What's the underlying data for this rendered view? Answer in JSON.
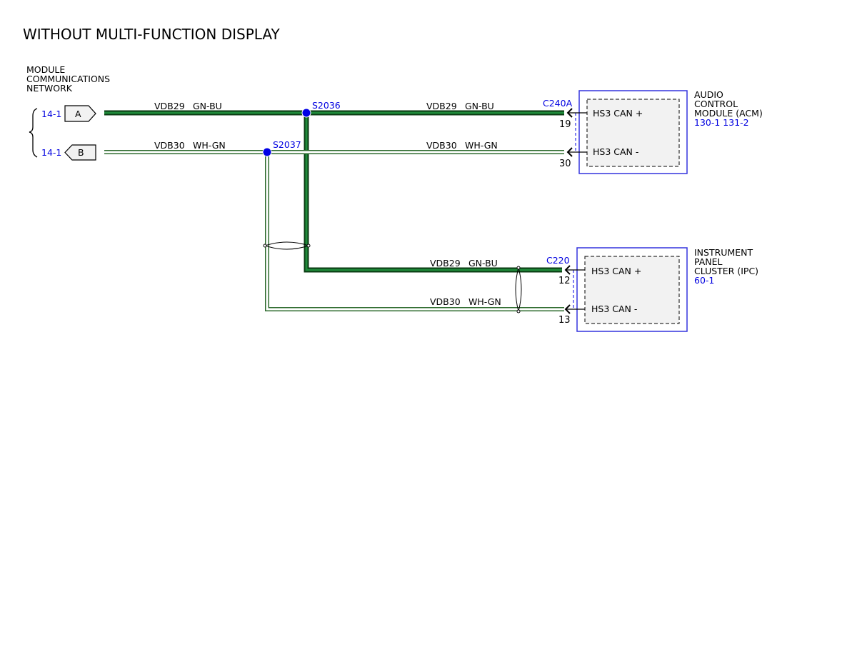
{
  "title": "WITHOUT MULTI-FUNCTION DISPLAY",
  "network": {
    "line1": "MODULE",
    "line2": "COMMUNICATIONS",
    "line3": "NETWORK",
    "ref_a": "14-1",
    "ref_b": "14-1",
    "conn_a": "A",
    "conn_b": "B"
  },
  "wires": {
    "can_hi": {
      "circuit": "VDB29",
      "color": "GN-BU"
    },
    "can_lo": {
      "circuit": "VDB30",
      "color": "WH-GN"
    }
  },
  "splices": {
    "hi": "S2036",
    "lo": "S2037"
  },
  "acm": {
    "name_line1": "AUDIO",
    "name_line2": "CONTROL",
    "name_line3": "MODULE (ACM)",
    "refs": "130-1 131-2",
    "connector": "C240A",
    "pin_hi": "19",
    "pin_lo": "30",
    "sig_hi": "HS3 CAN +",
    "sig_lo": "HS3 CAN -"
  },
  "ipc": {
    "name_line1": "INSTRUMENT",
    "name_line2": "PANEL",
    "name_line3": "CLUSTER (IPC)",
    "refs": "60-1",
    "connector": "C220",
    "pin_hi": "12",
    "pin_lo": "13",
    "sig_hi": "HS3 CAN +",
    "sig_lo": "HS3 CAN -"
  },
  "colors": {
    "gn_bu_outer": "#0a3a12",
    "gn_bu_inner": "#1f8a3a",
    "wh_gn_outer": "#2e6b2e",
    "wh_gn_inner": "#ffffff",
    "splice": "#0000e6",
    "module_border": "#3333dd",
    "module_fill": "#f2f2f2",
    "ref_text": "#0000e0"
  }
}
